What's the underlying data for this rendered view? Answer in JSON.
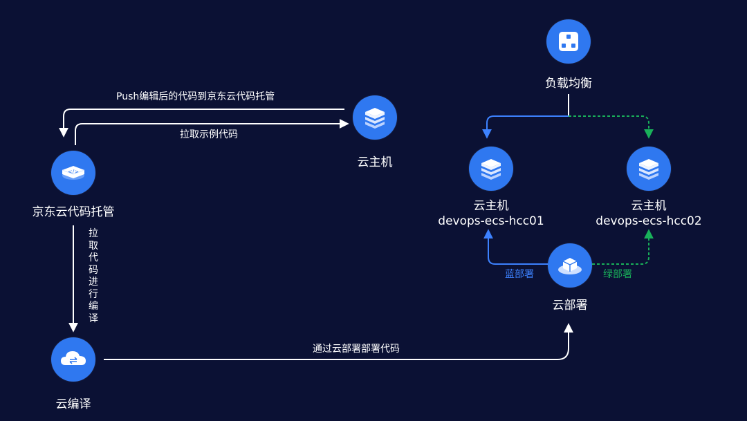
{
  "nodes": {
    "code_hosting": {
      "label": "京东云代码托管",
      "icon": "code-icon"
    },
    "cloud_host_top": {
      "label": "云主机",
      "icon": "server-stack-icon"
    },
    "cloud_compile": {
      "label": "云编译",
      "icon": "cloud-icon"
    },
    "load_balancer": {
      "label": "负载均衡",
      "icon": "load-balancer-icon"
    },
    "host_01": {
      "label": "云主机",
      "sub": "devops-ecs-hcc01",
      "icon": "server-stack-icon"
    },
    "host_02": {
      "label": "云主机",
      "sub": "devops-ecs-hcc02",
      "icon": "server-stack-icon"
    },
    "cloud_deploy": {
      "label": "云部署",
      "icon": "box-icon"
    }
  },
  "edges": {
    "push": "Push编辑后的代码到京东云代码托管",
    "pull": "拉取示例代码",
    "compile": "拉取代码进行编译",
    "deploy": "通过云部署部署代码",
    "blue": "蓝部署",
    "green": "绿部署"
  },
  "colors": {
    "background": "#0b1134",
    "node": "#2f78f0",
    "blue_edge": "#3d82ff",
    "green_edge": "#19b15a",
    "white_edge": "#ffffff"
  }
}
